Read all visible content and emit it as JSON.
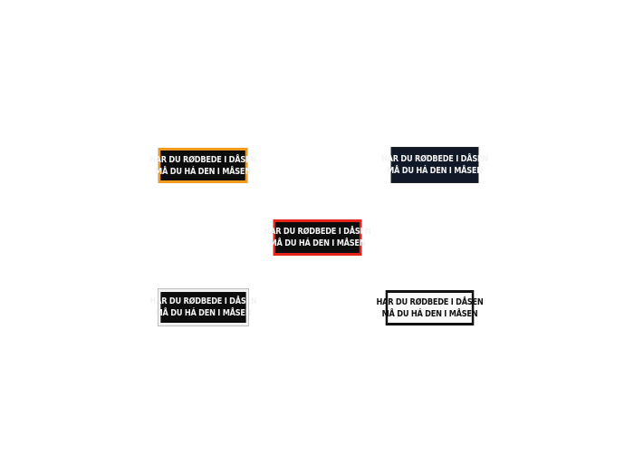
{
  "patches": [
    {
      "variant": "orange-border",
      "border_color": "#f29a1e",
      "fill_color": "#0d0d0d",
      "text_color": "#f4f4f4",
      "line1": "HAR DU RØDBEDE I DÅSEN",
      "line2": "MÅ DU HÁ DEN I MÅSEN"
    },
    {
      "variant": "navy",
      "border_color": "#222222",
      "fill_color": "#111827",
      "text_color": "#f4f4f4",
      "line1": "HAR DU RØDBEDE I DÅSEN",
      "line2": "MÅ DU HÁ DEN I MÅSEN"
    },
    {
      "variant": "red-border",
      "border_color": "#e5251c",
      "fill_color": "#0d0d0d",
      "text_color": "#f4f4f4",
      "line1": "HAR DU RØDBEDE I DÅSEN",
      "line2": "MÅ DU HÁ DEN I MÅSEN"
    },
    {
      "variant": "white-border",
      "border_color": "#f2f2f2",
      "fill_color": "#0d0d0d",
      "text_color": "#f4f4f4",
      "line1": "HAR DU RØDBEDE I DÅSEN",
      "line2": "MÅ DU HÁ DEN I MÅSEN"
    },
    {
      "variant": "white",
      "border_color": "#111111",
      "fill_color": "#fafafa",
      "text_color": "#111111",
      "line1": "HAR DU RØDBEDE I DÅSEN",
      "line2": "MÅ DU HÁ DEN I MÅSEN"
    }
  ]
}
